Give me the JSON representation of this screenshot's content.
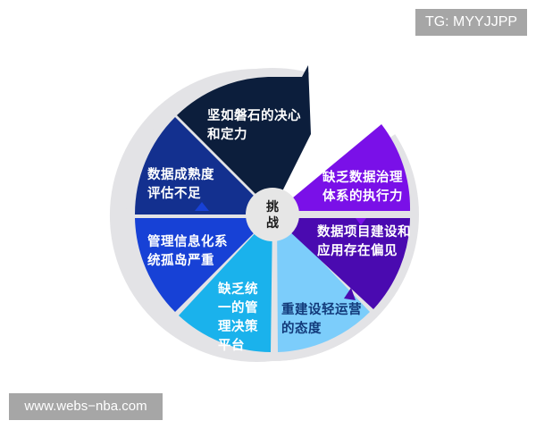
{
  "watermarks": {
    "top_right": "TG: MYYJJPP",
    "bottom_left": "www.webs−nba.com"
  },
  "diagram": {
    "type": "segmented-wheel",
    "center": {
      "lines": [
        "挑",
        "战"
      ],
      "color": "#e6e6e6"
    },
    "segments": [
      {
        "id": "determination",
        "lines": [
          "坚如磐石的决心",
          "和定力"
        ],
        "color": "#0c1e3c",
        "text_color": "#ffffff"
      },
      {
        "id": "governance",
        "lines": [
          "缺乏数据治理",
          "体系的执行力"
        ],
        "color": "#7a10e8",
        "text_color": "#ffffff"
      },
      {
        "id": "project-bias",
        "lines": [
          "数据项目建设和",
          "应用存在偏见"
        ],
        "color": "#4a0ab0",
        "text_color": "#ffffff"
      },
      {
        "id": "operations",
        "lines": [
          "重建设轻运营",
          "的态度"
        ],
        "color": "#7ccdfb",
        "text_color": "#123a7a"
      },
      {
        "id": "decision-platform",
        "lines": [
          "缺乏统",
          "一的管",
          "理决策",
          "平台"
        ],
        "color": "#1ab2ec",
        "text_color": "#ffffff"
      },
      {
        "id": "info-silos",
        "lines": [
          "管理信息化系",
          "统孤岛严重"
        ],
        "color": "#1741d6",
        "text_color": "#ffffff"
      },
      {
        "id": "maturity",
        "lines": [
          "数据成熟度",
          "评估不足"
        ],
        "color": "#13308f",
        "text_color": "#ffffff"
      }
    ],
    "rim_color": "#e3e3e6"
  }
}
